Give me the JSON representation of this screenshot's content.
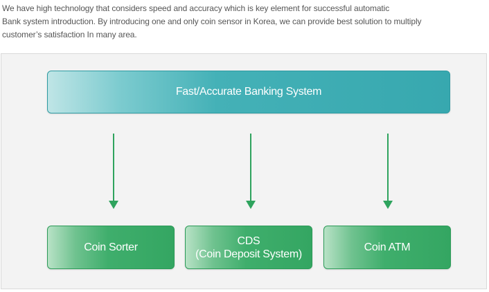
{
  "intro": {
    "line1": "We have high technology that considers speed and accuracy which is key element for successful automatic",
    "line2": "Bank system introduction. By introducing one and only coin sensor in Korea, we can provide best solution to multiply",
    "line3": "customer’s satisfaction In many area."
  },
  "diagram": {
    "top": {
      "label": "Fast/Accurate Banking System"
    },
    "children": [
      {
        "label": "Coin Sorter",
        "sublabel": ""
      },
      {
        "label": "CDS",
        "sublabel": "(Coin Deposit System)"
      },
      {
        "label": "Coin ATM",
        "sublabel": ""
      }
    ]
  },
  "colors": {
    "text": "#555555",
    "panel_bg": "#f3f3f3",
    "top_box": "#37a8af",
    "child_box": "#34a662",
    "arrow": "#2ea35d"
  }
}
